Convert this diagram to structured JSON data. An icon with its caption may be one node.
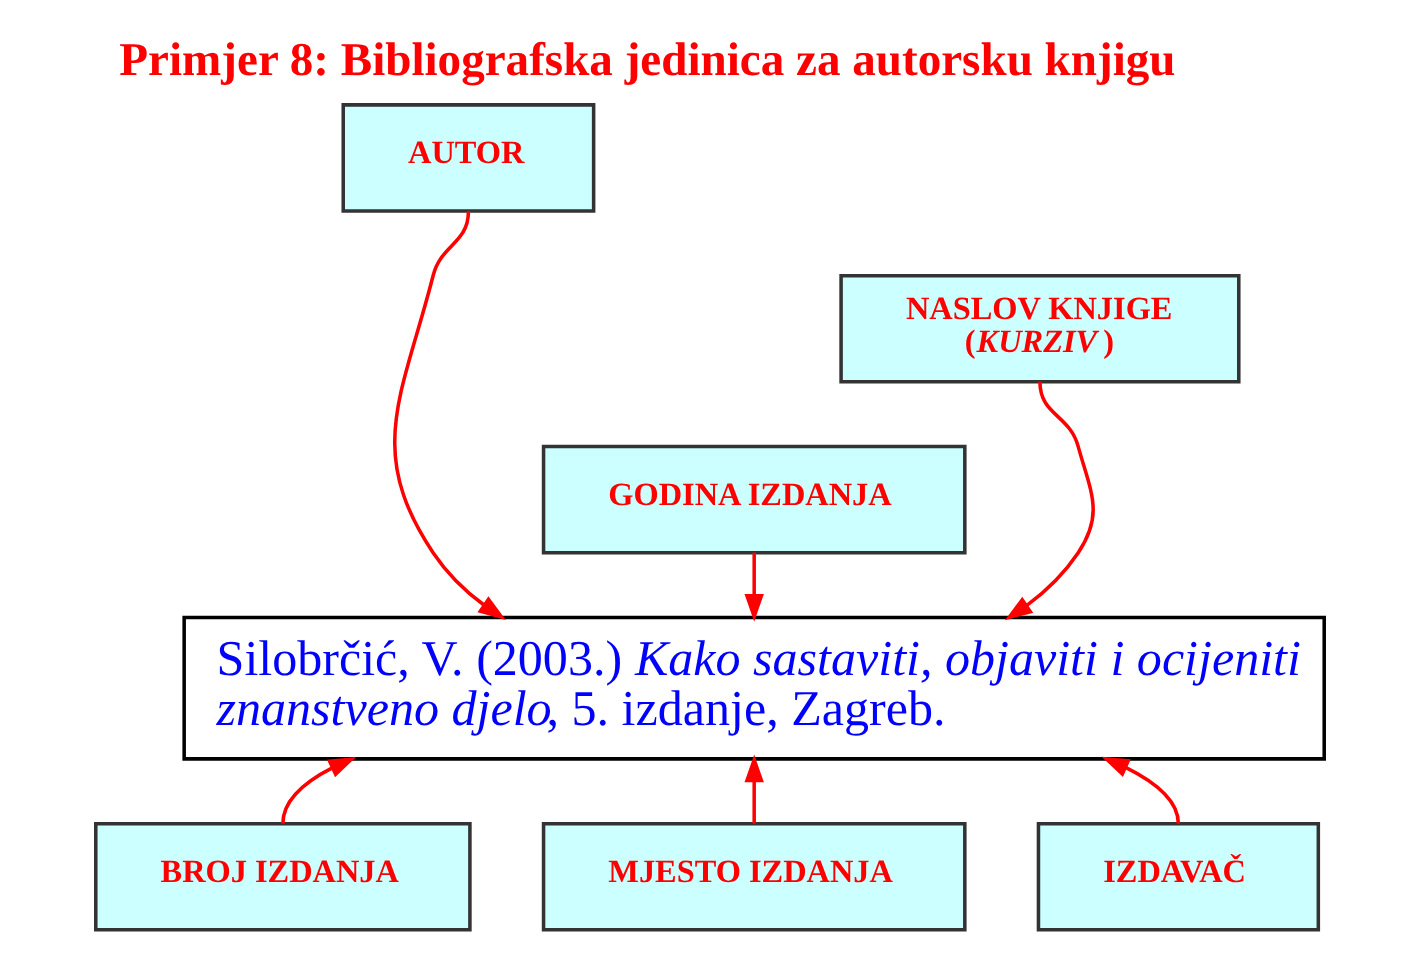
{
  "diagram": {
    "title": "Primjer 8: Bibliografska jedinica za autorsku knjigu",
    "nodes": [
      {
        "text": [
          "AUTOR"
        ]
      },
      {
        "text": [
          "NASLOV KNJIGE (*KURZIV*)"
        ]
      },
      {
        "text": [
          "GODINA IZDANJA"
        ]
      },
      {
        "text": [
          "Silobrčić, V. (2003.) *Kako sastaviti, objaviti i ocijeniti znanstveno djelo*, 5. izdanje, Zagreb."
        ]
      },
      {
        "text": [
          "BROJ IZDANJA"
        ]
      },
      {
        "text": [
          "IZDAVAČ"
        ]
      },
      {
        "text": [
          "MJESTO IZDANJA"
        ]
      }
    ],
    "edges": [
      {
        "from": 0,
        "to": 3,
        "arrow": "to"
      },
      {
        "from": 1,
        "to": 3,
        "arrow": "to"
      },
      {
        "from": 2,
        "to": 3,
        "arrow": "to"
      },
      {
        "from": 4,
        "to": 3,
        "arrow": "to"
      },
      {
        "from": 5,
        "to": 3,
        "arrow": "to"
      },
      {
        "from": 6,
        "to": 3,
        "arrow": "to"
      }
    ]
  }
}
